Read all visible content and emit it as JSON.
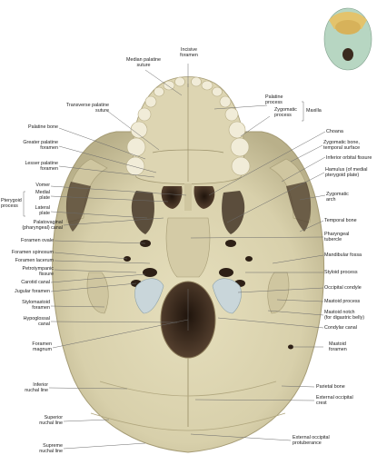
{
  "colors": {
    "bone": "#ddd6b4",
    "bone_shadow": "#b4ab84",
    "cavity": "#3a2a1e",
    "cartilage": "#c9d6da",
    "leader": "#6b6b6b",
    "text": "#1c1c1c"
  },
  "labels": {
    "incisive_foramen": "Incisive\nforamen",
    "median_palatine_suture": "Median palatine\nsuture",
    "palatine_process": "Palatine\nprocess",
    "zygomatic_process": "Zygomatic\nprocess",
    "maxilla": "Maxilla",
    "transverse_palatine_suture": "Transverse palatine\nsuture",
    "palatine_bone": "Palatine bone",
    "greater_palatine_foramen": "Greater palatine\nforamen",
    "lesser_palatine_foramen": "Lesser palatine\nforamen",
    "vomer": "Vomer",
    "medial_plate": "Medial\nplate",
    "lateral_plate": "Lateral\nplate",
    "pterygoid_process": "Pterygoid\nprocess",
    "palatovaginal_canal": "Palatovaginal\n(pharyngeal) canal",
    "foramen_ovale": "Foramen ovale",
    "foramen_spinosum": "Foramen spinosum",
    "foramen_lacerum": "Foramen lacerum",
    "petrotympanic_fissure": "Petrotympanic\nfissure",
    "carotid_canal": "Carotid canal",
    "jugular_foramen": "Jugular foramen",
    "stylomastoid_foramen": "Stylomastoid\nforamen",
    "hypoglossal_canal": "Hypoglossal\ncanal",
    "foramen_magnum": "Foramen\nmagnum",
    "inferior_nuchal_line": "Inferior\nnuchal line",
    "superior_nuchal_line": "Superior\nnuchal line",
    "supreme_nuchal_line": "Supreme\nnuchal line",
    "choana": "Choana",
    "zygomatic_bone_temporal_surface": "Zygomatic bone,\ntemporal surface",
    "inferior_orbital_fissure": "Inferior orbital fissure",
    "hamulus": "Hamulus (of medial\npterygoid plate)",
    "zygomatic_arch": "Zygomatic\narch",
    "temporal_bone": "Temporal bone",
    "pharyngeal_tubercle": "Pharyngeal\ntubercle",
    "mandibular_fossa": "Mandibular fossa",
    "styloid_process": "Styloid process",
    "occipital_condyle": "Occipital condyle",
    "mastoid_process": "Mastoid process",
    "mastoid_notch": "Mastoid notch\n(for digastric belly)",
    "condylar_canal": "Condylar canal",
    "mastoid_foramen": "Mastoid\nforamen",
    "parietal_bone": "Parietal bone",
    "external_occipital_crest": "External occipital\ncrest",
    "external_occipital_protuberance": "External occipital\nprotuberance"
  }
}
